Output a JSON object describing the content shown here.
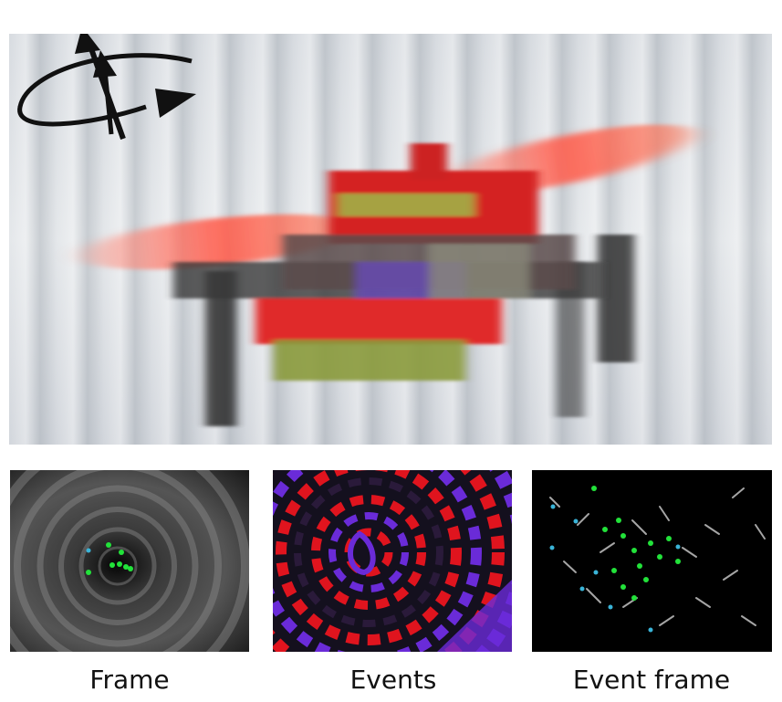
{
  "figure": {
    "main_image": {
      "subject": "drone",
      "icon": "rotation-arrows-icon"
    },
    "panels": [
      {
        "id": "frame",
        "caption": "Frame"
      },
      {
        "id": "events",
        "caption": "Events"
      },
      {
        "id": "event-frame",
        "caption": "Event frame"
      }
    ]
  },
  "colors": {
    "event_positive": "#e0141e",
    "event_negative": "#6a2bd8",
    "feature_green": "#22e23a",
    "feature_cyan": "#3ab4d8"
  }
}
